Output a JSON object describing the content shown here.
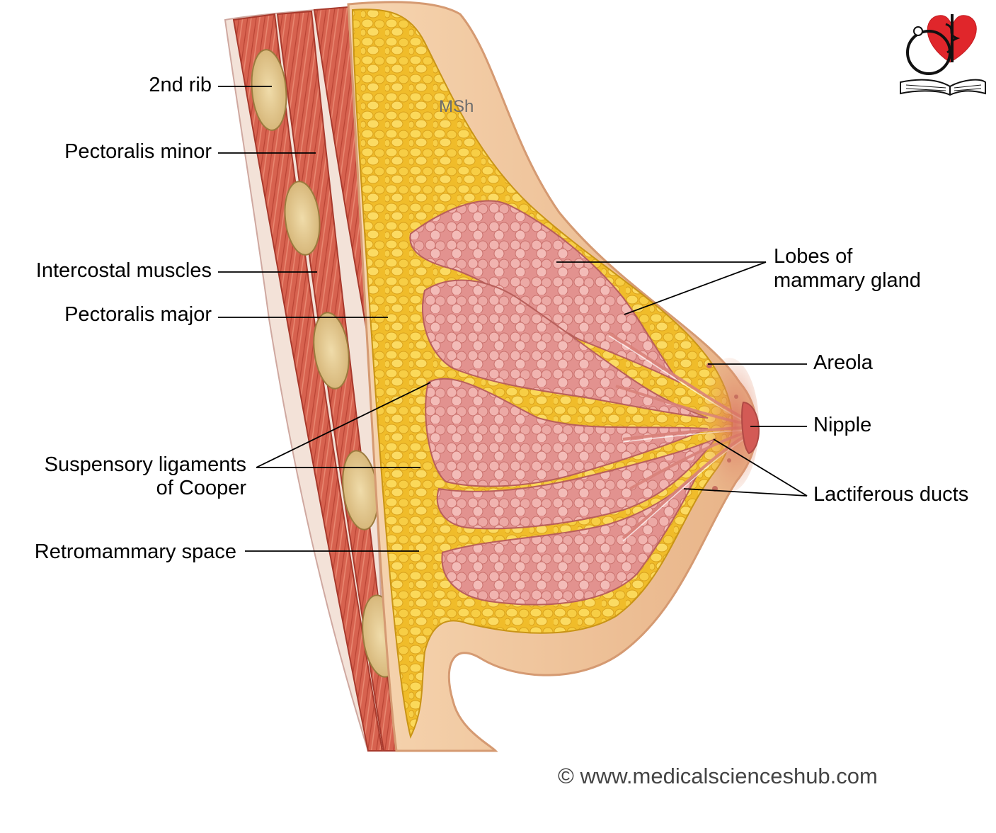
{
  "labels": {
    "rib2": "2nd rib",
    "pec_minor": "Pectoralis minor",
    "intercostal": "Intercostal muscles",
    "pec_major": "Pectoralis major",
    "suspensory_1": "Suspensory ligaments",
    "suspensory_2": "of Cooper",
    "retromammary": "Retromammary space",
    "lobes_1": "Lobes of",
    "lobes_2": "mammary gland",
    "areola": "Areola",
    "nipple": "Nipple",
    "lactiferous": "Lactiferous ducts"
  },
  "watermark": "MSh",
  "copyright": "© www.medicalscienceshub.com",
  "colors": {
    "skin": "#f2c9a0",
    "skin_dark": "#e3a97f",
    "muscle": "#d9644f",
    "fat": "#f3c532",
    "gland": "#e8a0a0",
    "logo_heart": "#e0262b"
  }
}
